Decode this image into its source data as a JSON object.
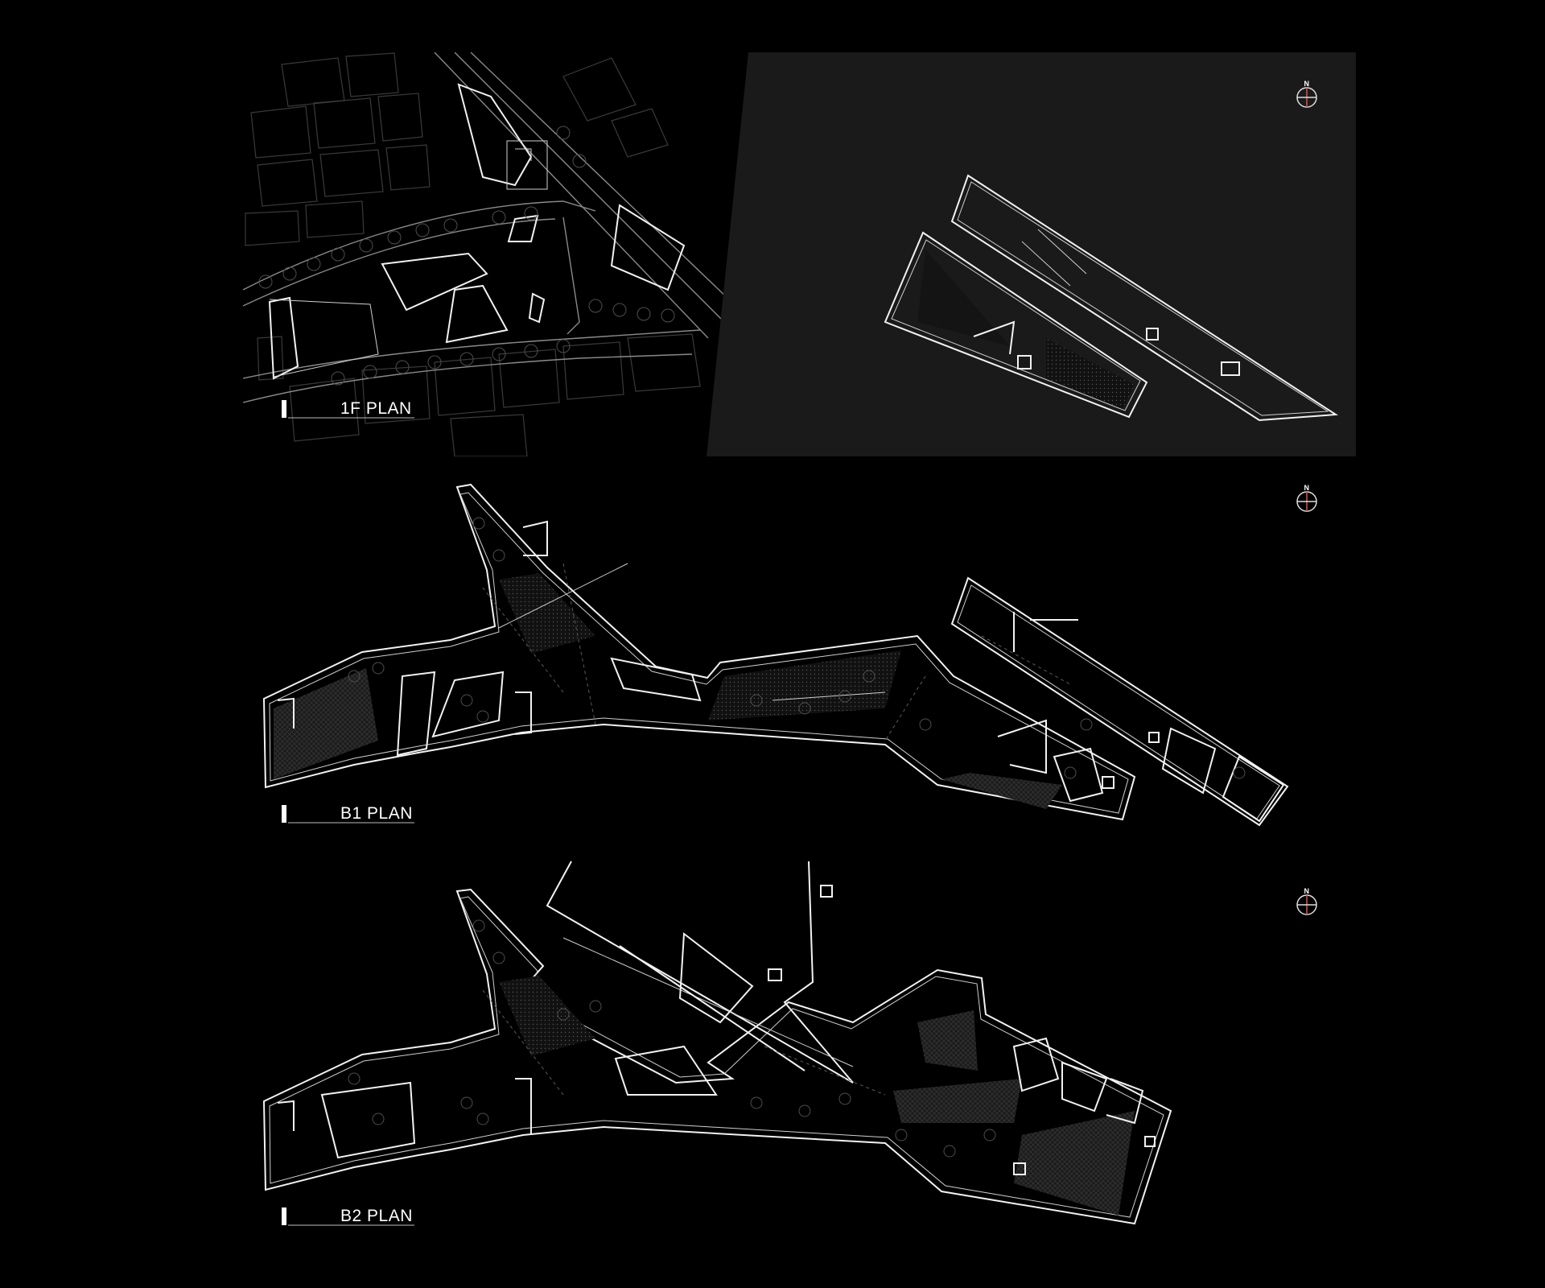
{
  "colors": {
    "background": "#000000",
    "panel": "#1a1a1a",
    "linework": "#f2f2f2",
    "context": "#3a3a3a",
    "north_accent": "#e05050"
  },
  "plans": [
    {
      "id": "1f",
      "label": "1F PLAN"
    },
    {
      "id": "b1",
      "label": "B1 PLAN"
    },
    {
      "id": "b2",
      "label": "B2 PLAN"
    }
  ],
  "north_arrow": {
    "letter": "N",
    "icon": "north-arrow-icon"
  }
}
